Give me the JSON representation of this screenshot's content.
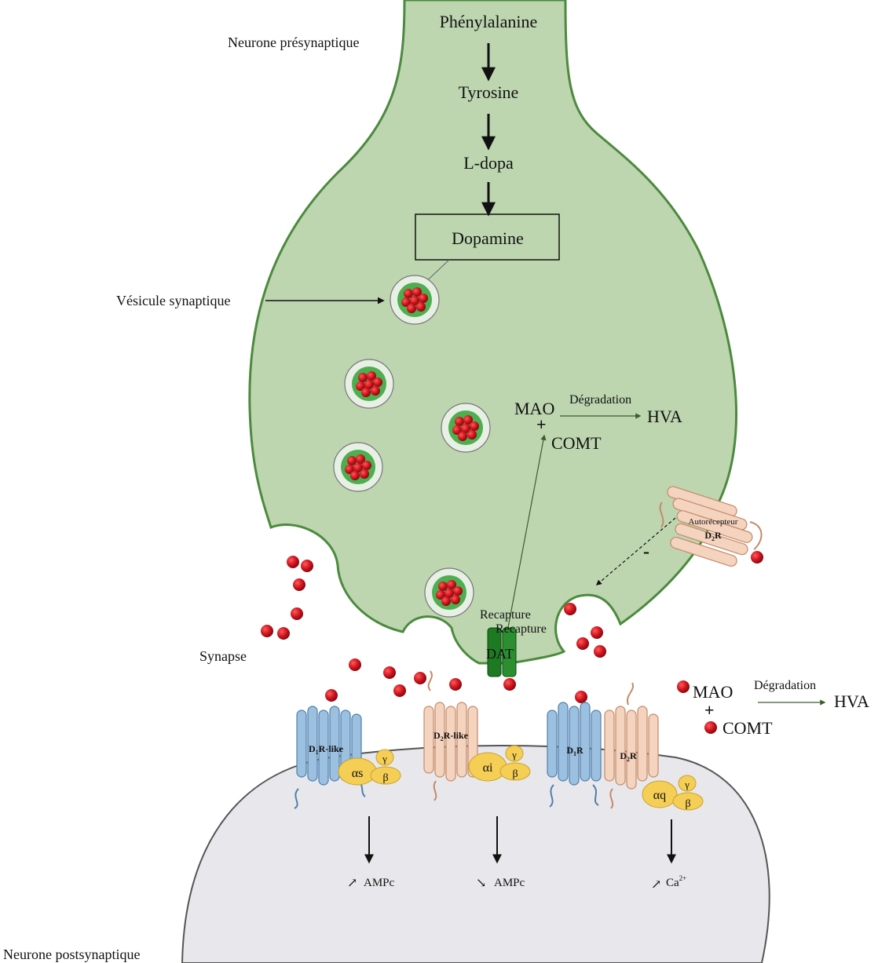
{
  "labels": {
    "presynaptic": "Neurone présynaptique",
    "postsynaptic": "Neurone postsynaptique",
    "vesicle": "Vésicule synaptique",
    "synapse": "Synapse",
    "phenylalanine": "Phénylalanine",
    "tyrosine": "Tyrosine",
    "ldopa": "L-dopa",
    "dopamine": "Dopamine",
    "mao": "MAO",
    "comt": "COMT",
    "plus": "+",
    "degradation": "Dégradation",
    "hva": "HVA",
    "autoreceptor": "Autorécepteur",
    "d2r": "D",
    "d2r_sub": "2",
    "d2r_suffix": "R",
    "minus": "-",
    "recapture": "Recapture",
    "dat": "DAT",
    "d1r_like": "D",
    "d1r_like_sub": "1",
    "d1r_like_suffix": "R-like",
    "d2r_like": "D",
    "d2r_like_sub": "2",
    "d2r_like_suffix": "R-like",
    "d1r_dimer": "D",
    "d1r_dimer_sub": "1",
    "d1r_dimer_suffix": "R",
    "d2r_dimer": "D",
    "d2r_dimer_sub": "2",
    "d2r_dimer_suffix": "R",
    "alpha_s": "αs",
    "alpha_i": "αi",
    "alpha_q": "αq",
    "gamma": "γ",
    "beta": "β",
    "ampc": "AMPc",
    "ca": "Ca",
    "ca_sup": "2+",
    "up_arrow": "↗",
    "down_arrow": "↘"
  },
  "colors": {
    "neuron_fill": "#bdd6b0",
    "neuron_stroke": "#4c8a3e",
    "post_fill": "#e8e8ec",
    "post_stroke": "#555555",
    "dopamine": "#d0141e",
    "vesicle_core": "#4caf50",
    "d1_receptor": "#8fb6d9",
    "d2_receptor": "#f0c4a8",
    "g_protein": "#f5cf55",
    "dat": "#1e7a22"
  }
}
